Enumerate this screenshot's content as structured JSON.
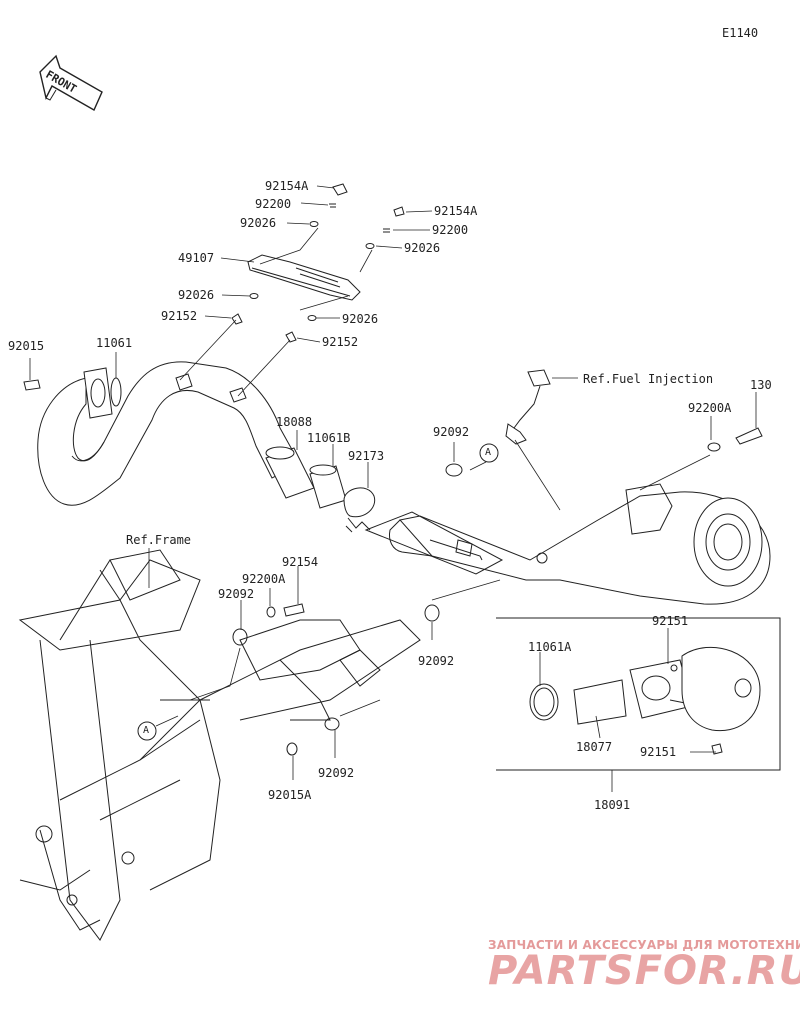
{
  "diagram": {
    "code": "E1140",
    "front_label": "FRONT",
    "callouts": {
      "c92154A_top": "92154A",
      "c92200_top": "92200",
      "c92026_top": "92026",
      "c49107": "49107",
      "c92026_left": "92026",
      "c92152_left": "92152",
      "c92154A_right": "92154A",
      "c92200_right": "92200",
      "c92026_right": "92026",
      "c92026_low": "92026",
      "c92152_right": "92152",
      "c92015": "92015",
      "c11061": "11061",
      "c18088": "18088",
      "c11061B": "11061B",
      "c92173": "92173",
      "c92092_top": "92092",
      "ref_fuel": "Ref.Fuel Injection",
      "c130": "130",
      "c92200A_right": "92200A",
      "ref_frame": "Ref.Frame",
      "c92154": "92154",
      "c92200A_mid": "92200A",
      "c92092_left": "92092",
      "c92092_right": "92092",
      "c92092_bottom": "92092",
      "c92015A": "92015A",
      "c11061A": "11061A",
      "c92151_top": "92151",
      "c18077": "18077",
      "c92151_bottom": "92151",
      "c18091": "18091",
      "marker_a_top": "A",
      "marker_a_left": "A"
    }
  },
  "watermark": {
    "tagline": "ЗАПЧАСТИ И АКСЕССУАРЫ ДЛЯ МОТОТЕХНИКИ",
    "brand": "PARTSFOR.RU"
  }
}
